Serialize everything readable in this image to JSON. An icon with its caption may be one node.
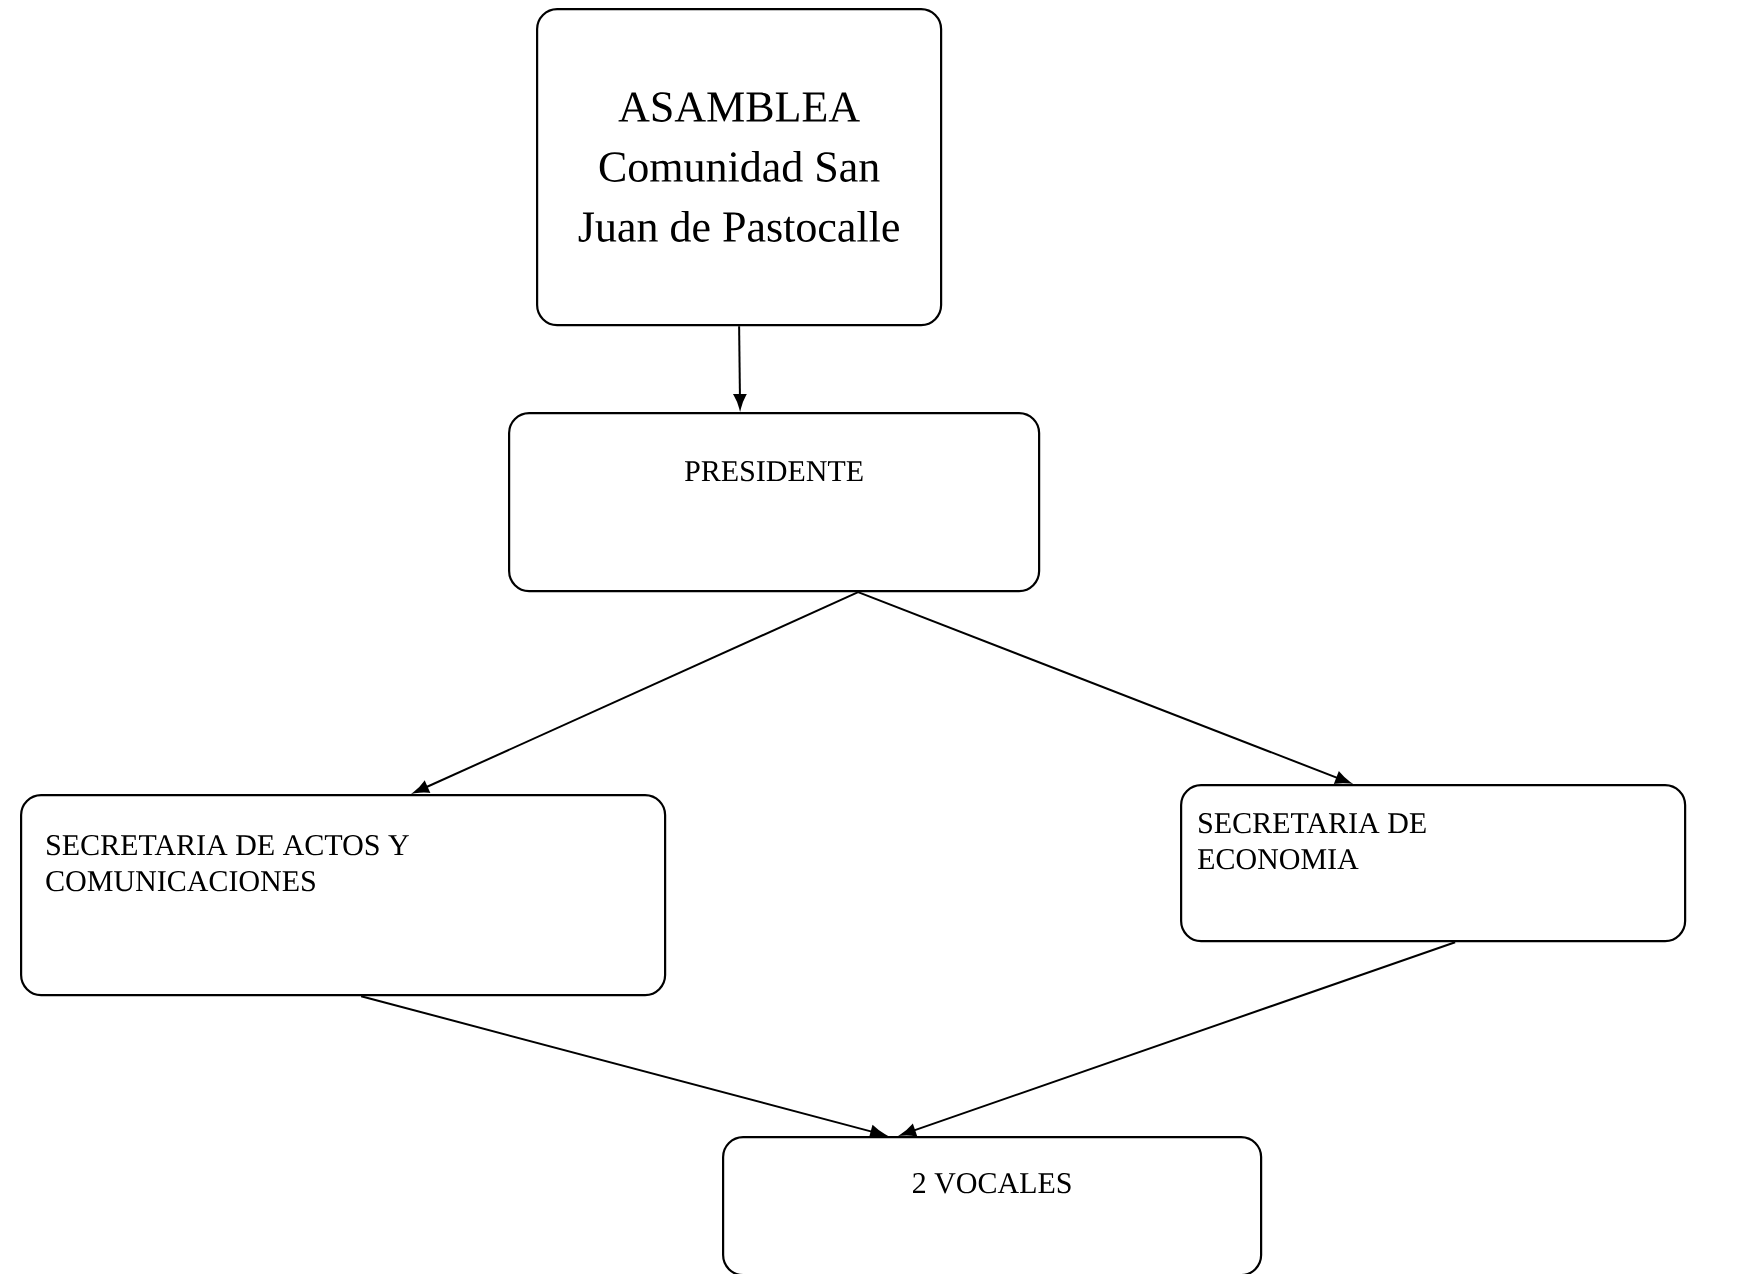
{
  "diagram": {
    "nodes": [
      {
        "text": [
          "ASAMBLEA Comunidad San Juan de Pastocalle"
        ]
      },
      {
        "text": [
          "PRESIDENTE"
        ]
      },
      {
        "text": [
          "SECRETARIA DE ACTOS Y COMUNICACIONES"
        ]
      },
      {
        "text": [
          "SECRETARIA DE ECONOMIA"
        ]
      },
      {
        "text": [
          "2  VOCALES"
        ]
      }
    ],
    "edges": [
      {
        "from": 0,
        "to": 1,
        "arrow": "to"
      },
      {
        "from": 1,
        "to": 2,
        "arrow": "to"
      },
      {
        "from": 1,
        "to": 3,
        "arrow": "to"
      },
      {
        "from": 2,
        "to": 4,
        "arrow": "to"
      },
      {
        "from": 3,
        "to": 4,
        "arrow": "to"
      }
    ]
  }
}
